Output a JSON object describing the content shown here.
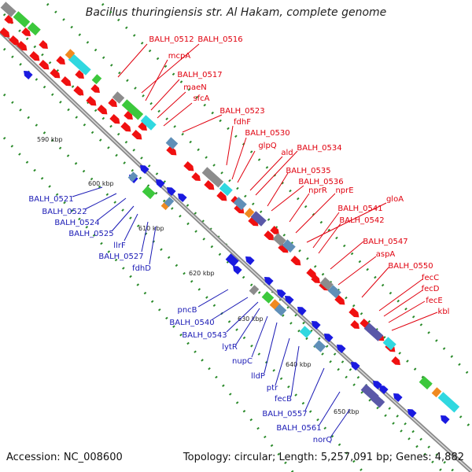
{
  "title": "Bacillus thuringiensis str. Al Hakam, complete genome",
  "footer": {
    "accession": "Accession: NC_008600",
    "summary": "Topology: circular; Length: 5,257,091 bp; Genes: 4,882"
  },
  "ticks": [
    "590 kbp",
    "600 kbp",
    "610 kbp",
    "620 kbp",
    "630 kbp",
    "640 kbp",
    "650 kbp"
  ],
  "upper_labels": [
    "BALH_0512",
    "BALH_0516",
    "mcpA",
    "BALH_0517",
    "maeN",
    "sfcA",
    "BALH_0523",
    "fdhF",
    "BALH_0530",
    "glpQ",
    "ald",
    "BALH_0534",
    "BALH_0535",
    "BALH_0536",
    "nprR",
    "nprE",
    "gloA",
    "BALH_0541",
    "BALH_0542",
    "BALH_0547",
    "aspA",
    "BALH_0550",
    "fecC",
    "fecD",
    "fecE",
    "kbl"
  ],
  "lower_labels": [
    "BALH_0521",
    "BALH_0522",
    "BALH_0524",
    "BALH_0525",
    "llrF",
    "BALH_0527",
    "fdhD",
    "pncB",
    "BALH_0540",
    "BALH_0543",
    "lytR",
    "nupC",
    "lldP",
    "ptr",
    "fecB",
    "BALH_0557",
    "BALH_0561",
    "norQ"
  ],
  "colors": {
    "forward_label": "#e0000e",
    "reverse_label": "#1a1ab5",
    "gene_red": "#f01010",
    "gene_blue": "#1a1ae0",
    "gene_green": "#3cc83c",
    "gene_cyan": "#30d8e0",
    "gene_orange": "#f08a20",
    "gene_gray": "#8c8c8c",
    "gene_steel": "#5f8fb8",
    "gene_purple": "#5a58a8",
    "backbone": "#8a8a8a",
    "tick_dot": "#2a8a2a"
  }
}
